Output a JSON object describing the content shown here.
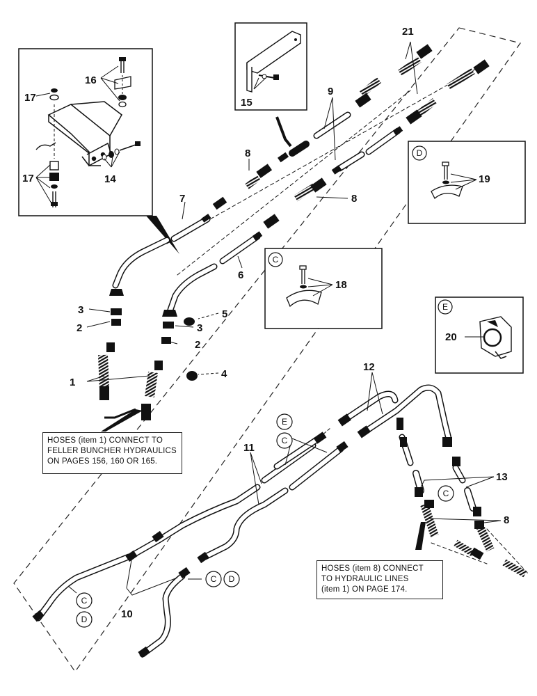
{
  "callouts": {
    "n1": "1",
    "n2a": "2",
    "n2b": "2",
    "n3a": "3",
    "n3b": "3",
    "n4": "4",
    "n5": "5",
    "n6": "6",
    "n7": "7",
    "n8a": "8",
    "n8b": "8",
    "n8c": "8",
    "n9": "9",
    "n10": "10",
    "n11": "11",
    "n12": "12",
    "n13": "13",
    "n14": "14",
    "n15": "15",
    "n16": "16",
    "n17a": "17",
    "n17b": "17",
    "n18": "18",
    "n19": "19",
    "n20": "20",
    "n21": "21"
  },
  "letters": {
    "d_inset": "D",
    "c_inset": "C",
    "e_inset": "E",
    "e_main": "E",
    "c_main": "C",
    "c_13": "C",
    "c_left": "C",
    "d_left": "D",
    "c_mid": "C",
    "d_mid": "D"
  },
  "notes": {
    "feller": [
      "HOSES (item 1) CONNECT TO",
      "FELLER BUNCHER HYDRAULICS",
      "ON PAGES 156, 160 OR 165."
    ],
    "hydraulic": [
      "HOSES (item 8) CONNECT",
      "TO HYDRAULIC LINES",
      "(item 1) ON PAGE 174."
    ]
  },
  "colors": {
    "ink": "#111111",
    "paper": "#ffffff"
  }
}
